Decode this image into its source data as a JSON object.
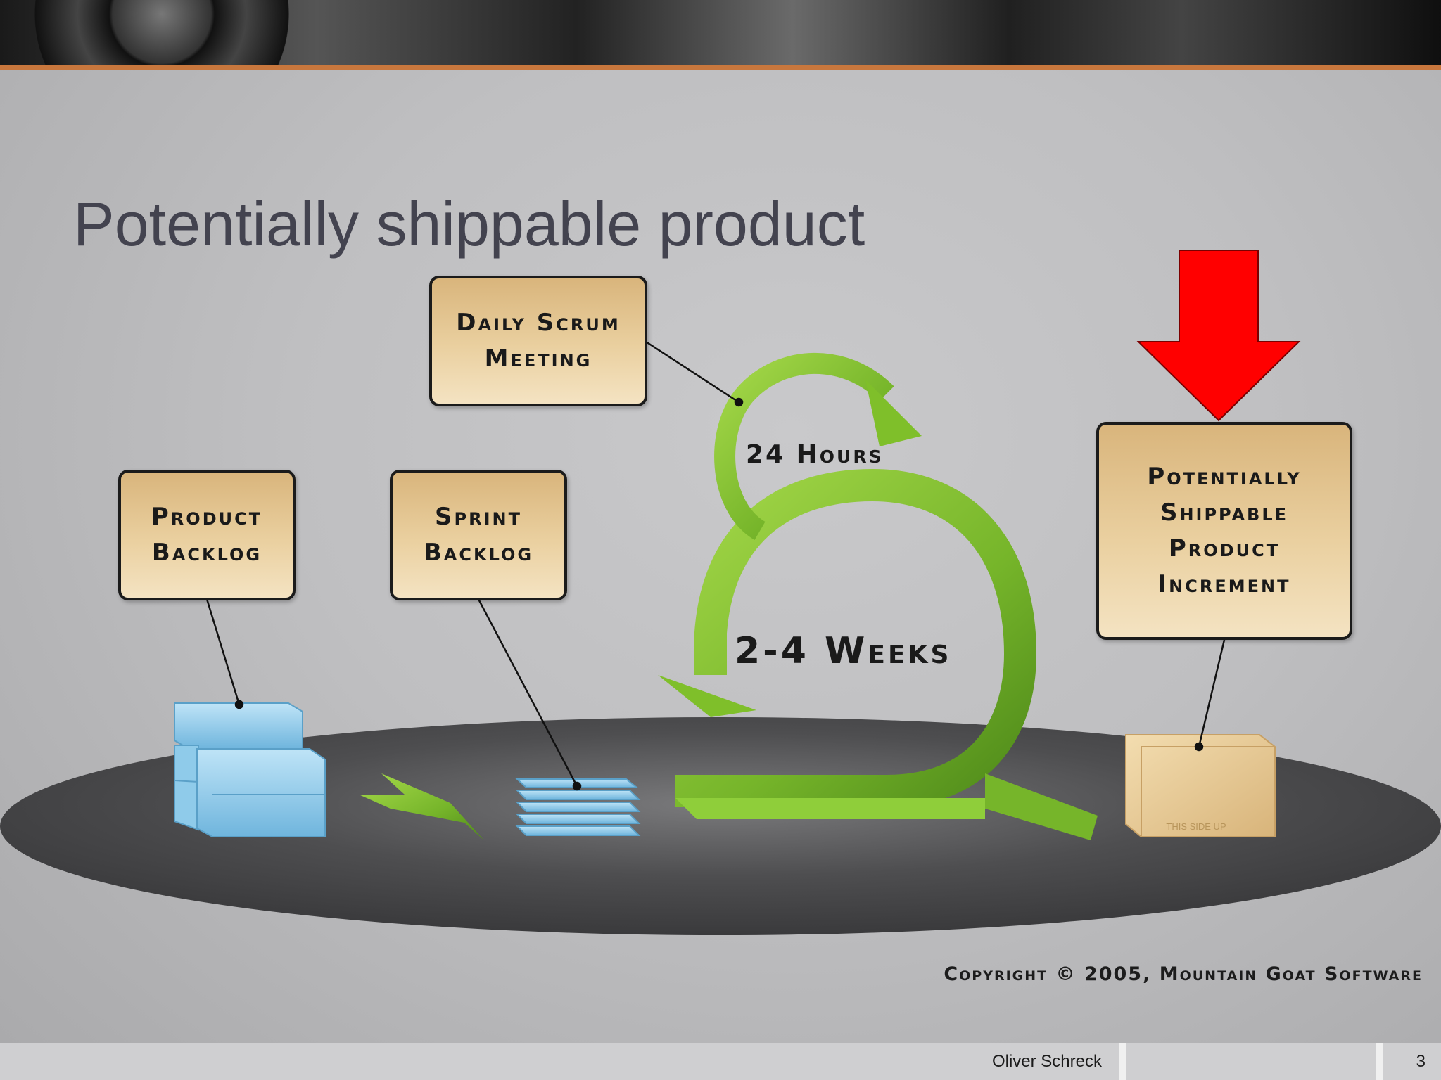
{
  "slide": {
    "title": "Potentially shippable product",
    "copyright": "Copyright © 2005, Mountain Goat Software"
  },
  "diagram": {
    "boxes": {
      "daily_scrum": [
        "Daily Scrum",
        "Meeting"
      ],
      "product_backlog": [
        "Product",
        "Backlog"
      ],
      "sprint_backlog": [
        "Sprint",
        "Backlog"
      ],
      "increment": [
        "Potentially",
        "Shippable",
        "Product",
        "Increment"
      ]
    },
    "labels": {
      "hours": "24 Hours",
      "weeks": "2-4 Weeks"
    },
    "box_side_text": "THIS SIDE UP",
    "colors": {
      "arrow_green": "#7fbf2a",
      "pointer_red": "#ff0000",
      "box_fill": "#ead0a0",
      "backlog_blue": "#7fc4e6"
    }
  },
  "footer": {
    "author": "Oliver Schreck",
    "page_number": "3"
  }
}
